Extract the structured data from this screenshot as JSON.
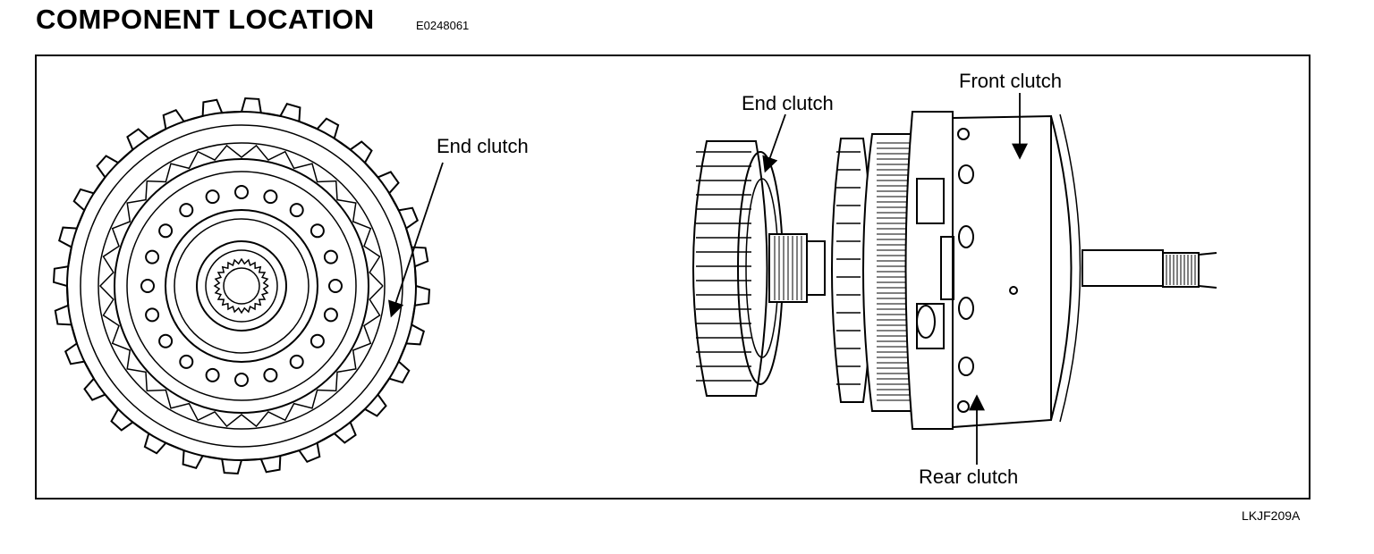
{
  "header": {
    "title": "COMPONENT LOCATION",
    "code": "E0248061"
  },
  "labels": {
    "left_end_clutch": "End clutch",
    "right_end_clutch": "End clutch",
    "front_clutch": "Front clutch",
    "rear_clutch": "Rear clutch"
  },
  "figure_ref": "LKJF209A"
}
